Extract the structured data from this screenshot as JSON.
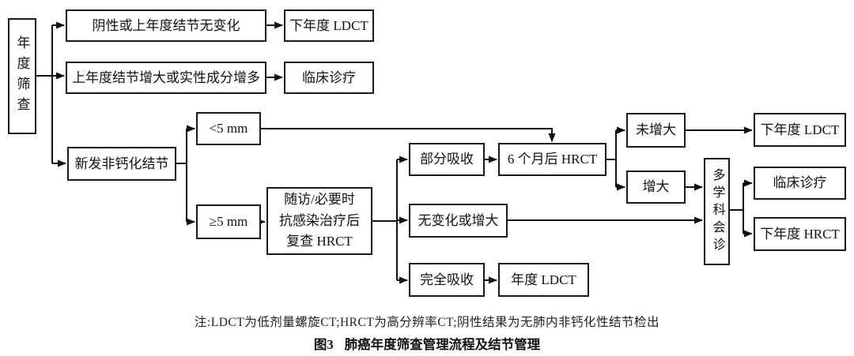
{
  "colors": {
    "line": "#111111",
    "border": "#1a1a1a",
    "background": "#ffffff",
    "text": "#111111"
  },
  "nodes": {
    "annual_screening": "年度筛查",
    "negative_or_no_change": "阴性或上年度结节无变化",
    "next_year_ldct_top": "下年度 LDCT",
    "prior_nodule_enlarged": "上年度结节增大或实性成分增多",
    "clinical_care_top": "临床诊疗",
    "new_noncalcified_nodule": "新发非钙化结节",
    "lt_5mm": "<5 mm",
    "ge_5mm": "≥5 mm",
    "followup_line1": "随访/必要时",
    "followup_line2": "抗感染治疗后",
    "followup_line3": "复查 HRCT",
    "partial_absorption": "部分吸收",
    "hrct_6_months": "6 个月后 HRCT",
    "no_change_or_enlarged": "无变化或增大",
    "complete_absorption": "完全吸收",
    "annual_ldct": "年度 LDCT",
    "not_enlarged": "未增大",
    "enlarged": "增大",
    "multidisciplinary": "多学科会诊",
    "next_year_ldct_right": "下年度 LDCT",
    "clinical_care_right": "临床诊疗",
    "next_year_hrct": "下年度 HRCT"
  },
  "figure": {
    "note": "注:LDCT为低剂量螺旋CT;HRCT为高分辨率CT;阴性结果为无肺内非钙化性结节检出",
    "caption_label": "图3",
    "caption_title": "肺癌年度筛查管理流程及结节管理"
  }
}
